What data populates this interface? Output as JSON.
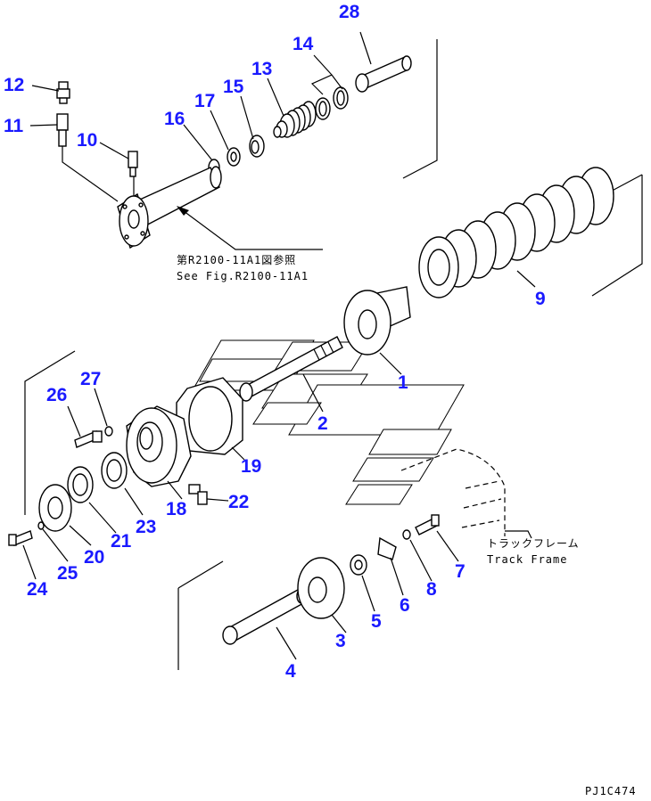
{
  "callouts": {
    "c1": "1",
    "c2": "2",
    "c3": "3",
    "c4": "4",
    "c5": "5",
    "c6": "6",
    "c7": "7",
    "c8": "8",
    "c9": "9",
    "c10": "10",
    "c11": "11",
    "c12": "12",
    "c13": "13",
    "c14": "14",
    "c15": "15",
    "c16": "16",
    "c17": "17",
    "c18": "18",
    "c19": "19",
    "c20": "20",
    "c21": "21",
    "c22": "22",
    "c23": "23",
    "c24": "24",
    "c25": "25",
    "c26": "26",
    "c27": "27",
    "c28": "28"
  },
  "reference": {
    "jp": "第R2100-11A1図参照",
    "en": "See Fig.R2100-11A1"
  },
  "track_frame": {
    "jp": "トラックフレーム",
    "en": "Track Frame"
  },
  "drawing_code": "PJ1C474",
  "colors": {
    "callout": "#1a1aff",
    "line": "#000000",
    "background": "#ffffff"
  }
}
